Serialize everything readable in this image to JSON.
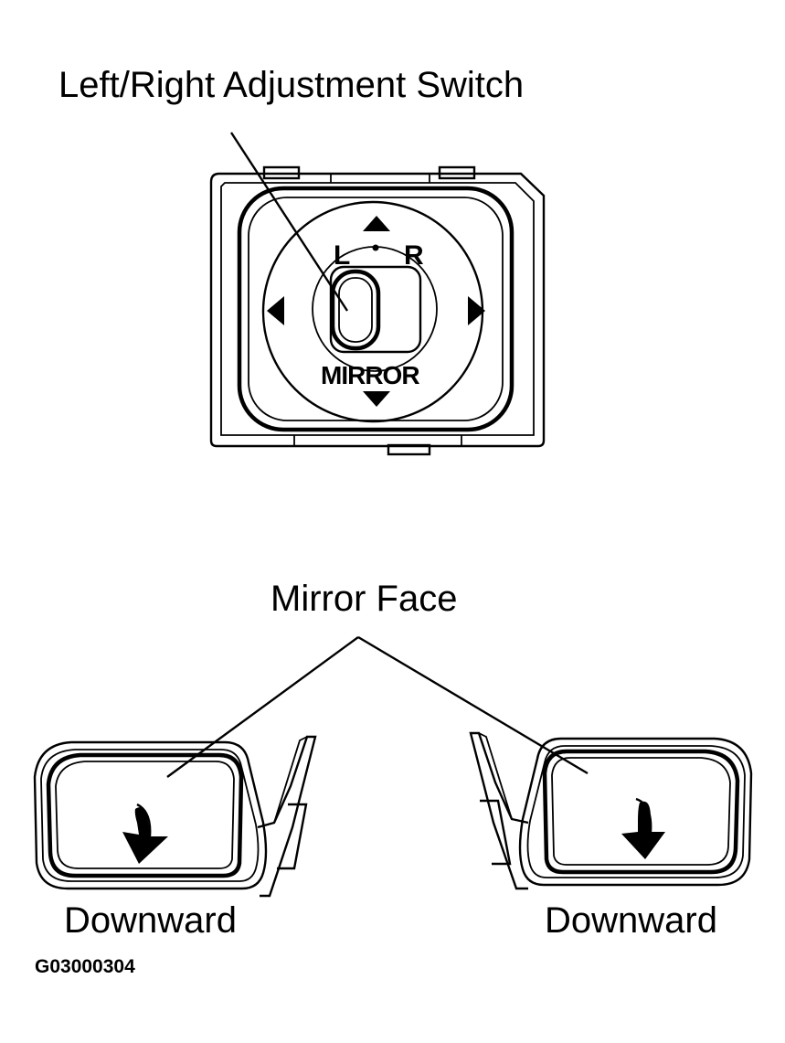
{
  "labels": {
    "switch_callout": "Left/Right Adjustment Switch",
    "mirror_face": "Mirror Face",
    "left_direction": "Downward",
    "right_direction": "Downward",
    "figure_code": "G03000304"
  },
  "switch": {
    "left_letter": "L",
    "right_letter": "R",
    "mirror_word": "MIRROR"
  },
  "icons": [
    "arrow-up-icon",
    "arrow-down-icon",
    "arrow-left-icon",
    "arrow-right-icon",
    "downward-arrow-icon"
  ]
}
